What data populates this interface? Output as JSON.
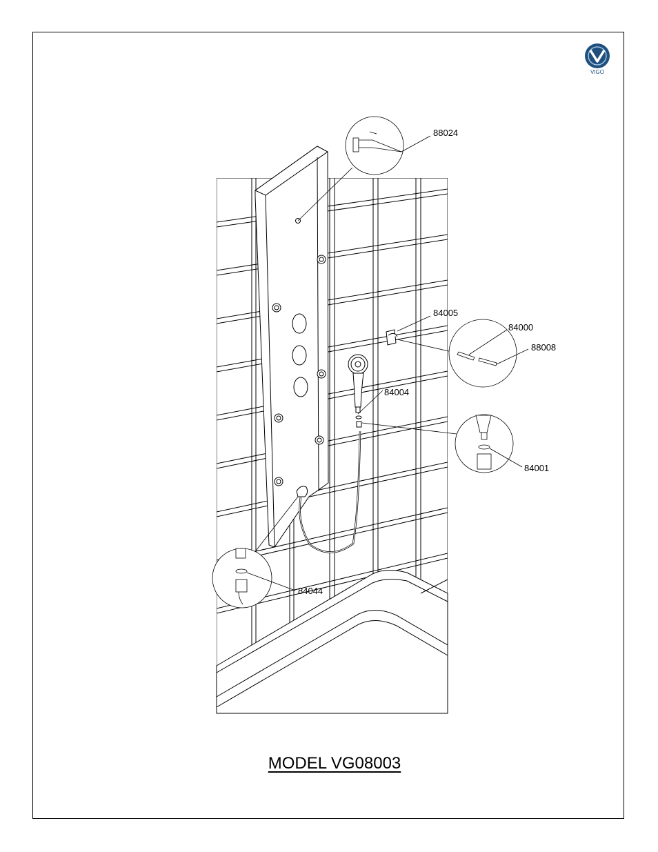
{
  "brand": {
    "name": "VIGO",
    "color": "#1f4f7d"
  },
  "parts": [
    {
      "id": "88024"
    },
    {
      "id": "84005"
    },
    {
      "id": "84000"
    },
    {
      "id": "88008"
    },
    {
      "id": "84004"
    },
    {
      "id": "84001"
    },
    {
      "id": "84044"
    }
  ],
  "title": "MODEL VG08003"
}
